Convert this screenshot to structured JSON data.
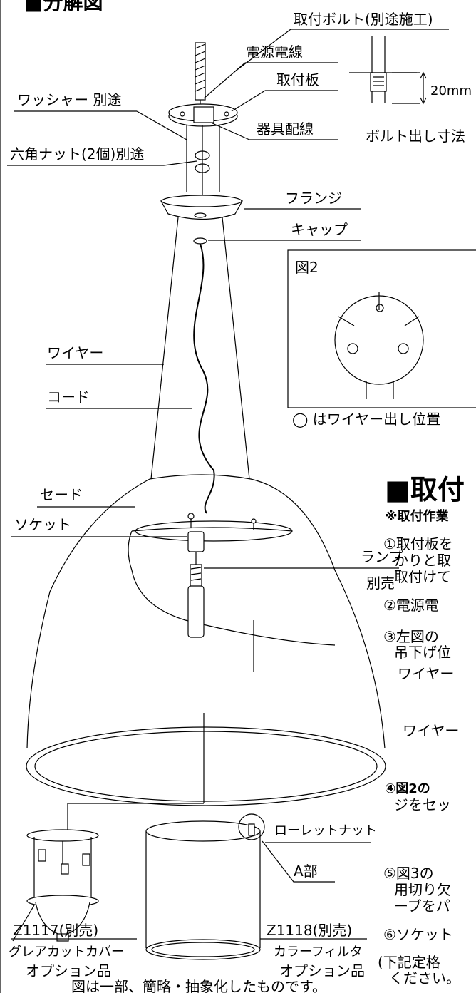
{
  "header": {
    "title": "■分解図"
  },
  "labels": {
    "bolt": "取付ボルト(別途施工)",
    "power_wire": "電源電線",
    "mount_plate": "取付板",
    "washer": "ワッシャー 別途",
    "fixture_wiring": "器具配線",
    "hex_nut": "六角ナット(2個)別途",
    "flange": "フランジ",
    "cap": "キャップ",
    "wire": "ワイヤー",
    "cord": "コード",
    "shade": "セード",
    "socket": "ソケット",
    "lamp": "ランプ",
    "lamp_sold": "別売",
    "knurled_nut": "ローレットナット",
    "part_a": "A部",
    "z1117": "Z1117(別売)",
    "glare_cover": "グレアカットカバー",
    "option1": "オプション品",
    "z1118": "Z1118(別売)",
    "color_filter": "カラーフィルタ",
    "option2": "オプション品",
    "bolt_dimension": "20mm",
    "bolt_length": "ボルト出し寸法",
    "footnote": "図は一部、簡略・抽象化したものです。"
  },
  "figure2": {
    "title": "図2",
    "caption": "◯ はワイヤー出し位置"
  },
  "install": {
    "heading": "■取付",
    "note": "※取付作業",
    "step1_a": "①取付板を",
    "step1_b": "かりと取",
    "step1_c": "取付けて",
    "step2": "②電源電",
    "step3_a": "③左図の",
    "step3_b": "吊下げ位",
    "step3_c": "ワイヤー",
    "step3_d": "ワイヤー",
    "step4_a": "④図2の",
    "step4_b": "ジをセッ",
    "step5_a": "⑤図3の",
    "step5_b": "用切り欠",
    "step5_c": "ーブをパ",
    "step6": "⑥ソケット",
    "step7_a": "(下記定格",
    "step7_b": "ください。"
  }
}
